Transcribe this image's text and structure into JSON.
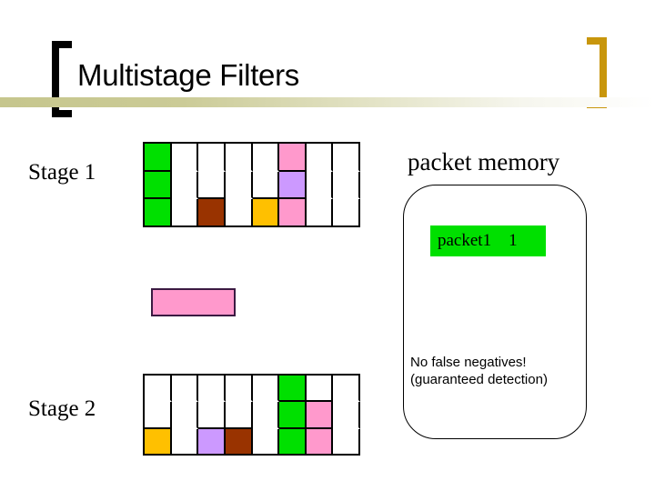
{
  "slide": {
    "title": "Multistage Filters",
    "bracket_left_color": "#000000",
    "bracket_right_color": "#C8960C",
    "band_color": "#C6C68D",
    "background": "#ffffff"
  },
  "stages": [
    {
      "label": "Stage 1",
      "columns": 8,
      "rows": 3,
      "cells": [
        [
          "green",
          "white",
          "white",
          "white",
          "white",
          "pink",
          "white",
          "white"
        ],
        [
          "green",
          "white",
          "white",
          "white",
          "white",
          "purple",
          "white",
          "white"
        ],
        [
          "green",
          "white",
          "brown",
          "white",
          "orange",
          "pink",
          "white",
          "white"
        ]
      ]
    },
    {
      "label": "Stage 2",
      "columns": 8,
      "rows": 3,
      "cells": [
        [
          "white",
          "white",
          "white",
          "white",
          "white",
          "green",
          "white",
          "white"
        ],
        [
          "white",
          "white",
          "white",
          "white",
          "white",
          "green",
          "pink",
          "white"
        ],
        [
          "orange",
          "white",
          "purple",
          "brown",
          "white",
          "green",
          "pink",
          "white"
        ]
      ]
    }
  ],
  "counter_bar": {
    "name": "counter-bar",
    "fill": "#FF99CC",
    "border": "#3B1A42"
  },
  "packet_memory": {
    "title": "packet memory",
    "entry_label": "packet1    1",
    "entry_fill": "#00E000",
    "note_line_1": "No false negatives!",
    "note_line_2": "(guaranteed detection)"
  },
  "palette": {
    "green": "#00E000",
    "pink": "#FF99CC",
    "purple": "#CC99FF",
    "orange": "#FFC000",
    "brown": "#993300",
    "white": "#FFFFFF",
    "outline": "#000000"
  }
}
